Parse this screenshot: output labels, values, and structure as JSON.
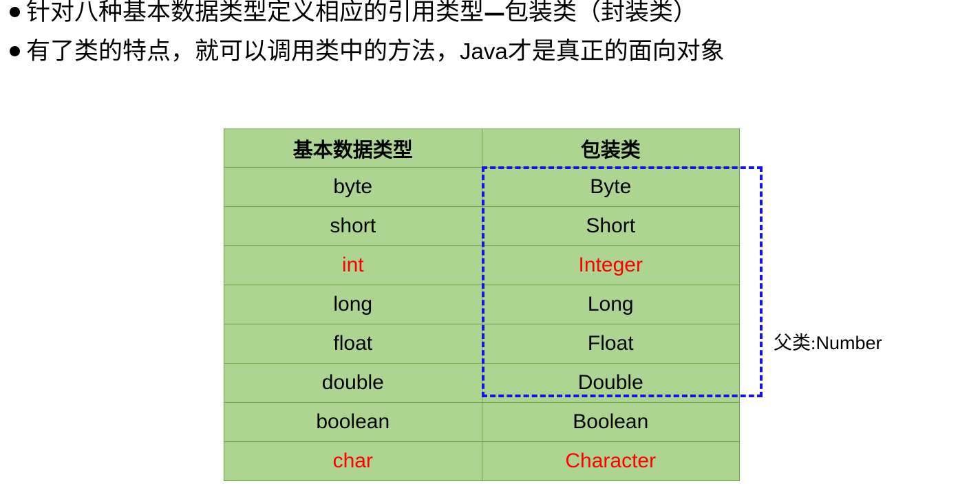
{
  "slide": {
    "bullets": [
      {
        "marker": "bullet-dot",
        "pre": "针对八种基本数据类型定义相应的引用类型",
        "dash": "—",
        "post": "包装类（封装类）"
      },
      {
        "marker": "bullet-dot",
        "pre": "有了类的特点，就可以调用类中的方法，",
        "latin": "Java",
        "post": "才是真正的面向对象"
      }
    ]
  },
  "table": {
    "headers": [
      "基本数据类型",
      "包装类"
    ],
    "rows": [
      {
        "primitive": "byte",
        "wrapper": "Byte",
        "highlight": false
      },
      {
        "primitive": "short",
        "wrapper": "Short",
        "highlight": false
      },
      {
        "primitive": "int",
        "wrapper": "Integer",
        "highlight": true
      },
      {
        "primitive": "long",
        "wrapper": "Long",
        "highlight": false
      },
      {
        "primitive": "float",
        "wrapper": "Float",
        "highlight": false
      },
      {
        "primitive": "double",
        "wrapper": "Double",
        "highlight": false
      },
      {
        "primitive": "boolean",
        "wrapper": "Boolean",
        "highlight": false
      },
      {
        "primitive": "char",
        "wrapper": "Character",
        "highlight": true
      }
    ]
  },
  "annotation": {
    "label_cn": "父类:",
    "label_latin": "Number"
  },
  "colors": {
    "cell_fill": "#aed492",
    "cell_border": "#6aa344",
    "highlight_text": "#ff0000",
    "dash_box": "#1414e6",
    "text": "#000000"
  }
}
